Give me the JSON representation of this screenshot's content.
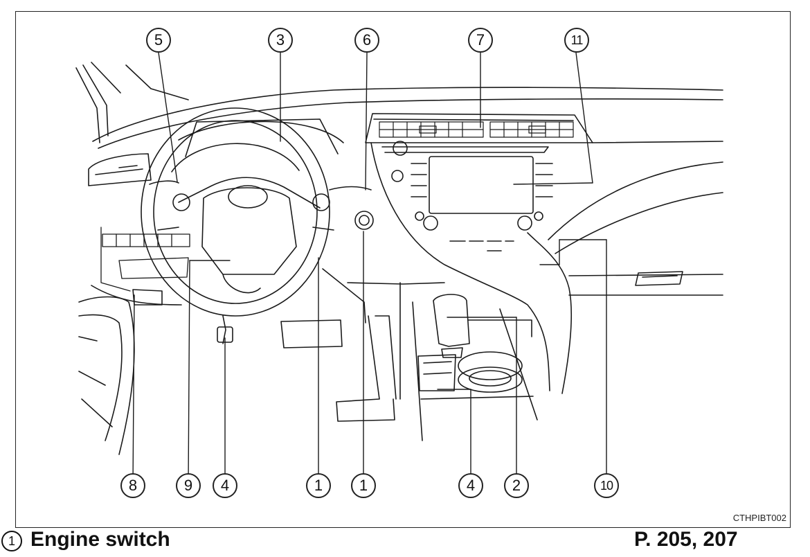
{
  "figure_code": "CTHPIBT002",
  "callouts": [
    "5",
    "3",
    "6",
    "7",
    "11",
    "8",
    "9",
    "4",
    "1",
    "1",
    "4",
    "2",
    "10"
  ],
  "caption": {
    "number": "1",
    "text": "Engine switch",
    "page_ref": "P. 205, 207"
  }
}
